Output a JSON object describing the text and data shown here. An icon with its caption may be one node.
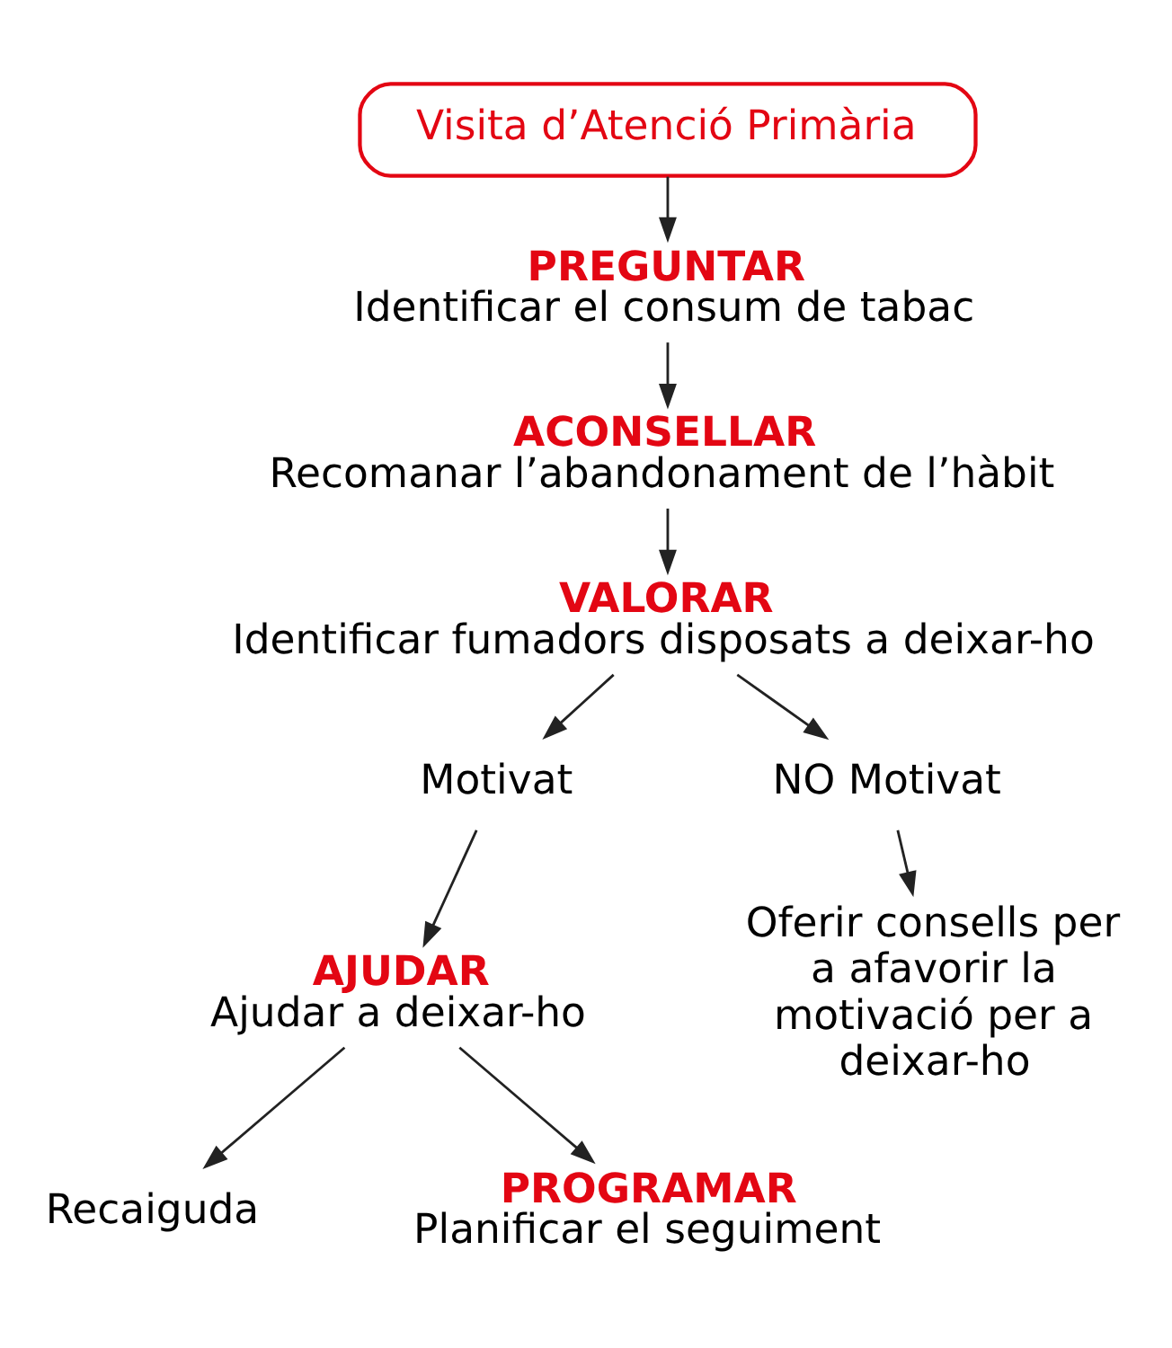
{
  "diagram": {
    "nodes": [
      {
        "text": [
          "Visita d’Atenció Primària"
        ]
      },
      {
        "text": [
          "PREGUNTAR",
          "Identificar el consum de tabac"
        ]
      },
      {
        "text": [
          "ACONSELLAR",
          "Recomanar l’abandonament de l’hàbit"
        ]
      },
      {
        "text": [
          "VALORAR",
          "Identificar fumadors disposats a deixar-ho"
        ]
      },
      {
        "text": [
          "Motivat"
        ]
      },
      {
        "text": [
          "NO Motivat"
        ]
      },
      {
        "text": [
          "AJUDAR",
          "Ajudar a deixar-ho"
        ]
      },
      {
        "text": [
          "Oferir consells per a afavorir la motivació per a deixar-ho"
        ]
      },
      {
        "text": [
          "Recaiguda"
        ]
      },
      {
        "text": [
          "PROGRAMAR",
          "Planificar el seguiment"
        ]
      }
    ],
    "edges": [
      {
        "from": 0,
        "to": 1,
        "arrow": "to"
      },
      {
        "from": 1,
        "to": 2,
        "arrow": "to"
      },
      {
        "from": 2,
        "to": 3,
        "arrow": "to"
      },
      {
        "from": 3,
        "to": 4,
        "arrow": "to"
      },
      {
        "from": 3,
        "to": 5,
        "arrow": "to"
      },
      {
        "from": 4,
        "to": 6,
        "arrow": "to"
      },
      {
        "from": 5,
        "to": 7,
        "arrow": "to"
      },
      {
        "from": 6,
        "to": 8,
        "arrow": "to"
      },
      {
        "from": 6,
        "to": 9,
        "arrow": "to"
      }
    ]
  }
}
